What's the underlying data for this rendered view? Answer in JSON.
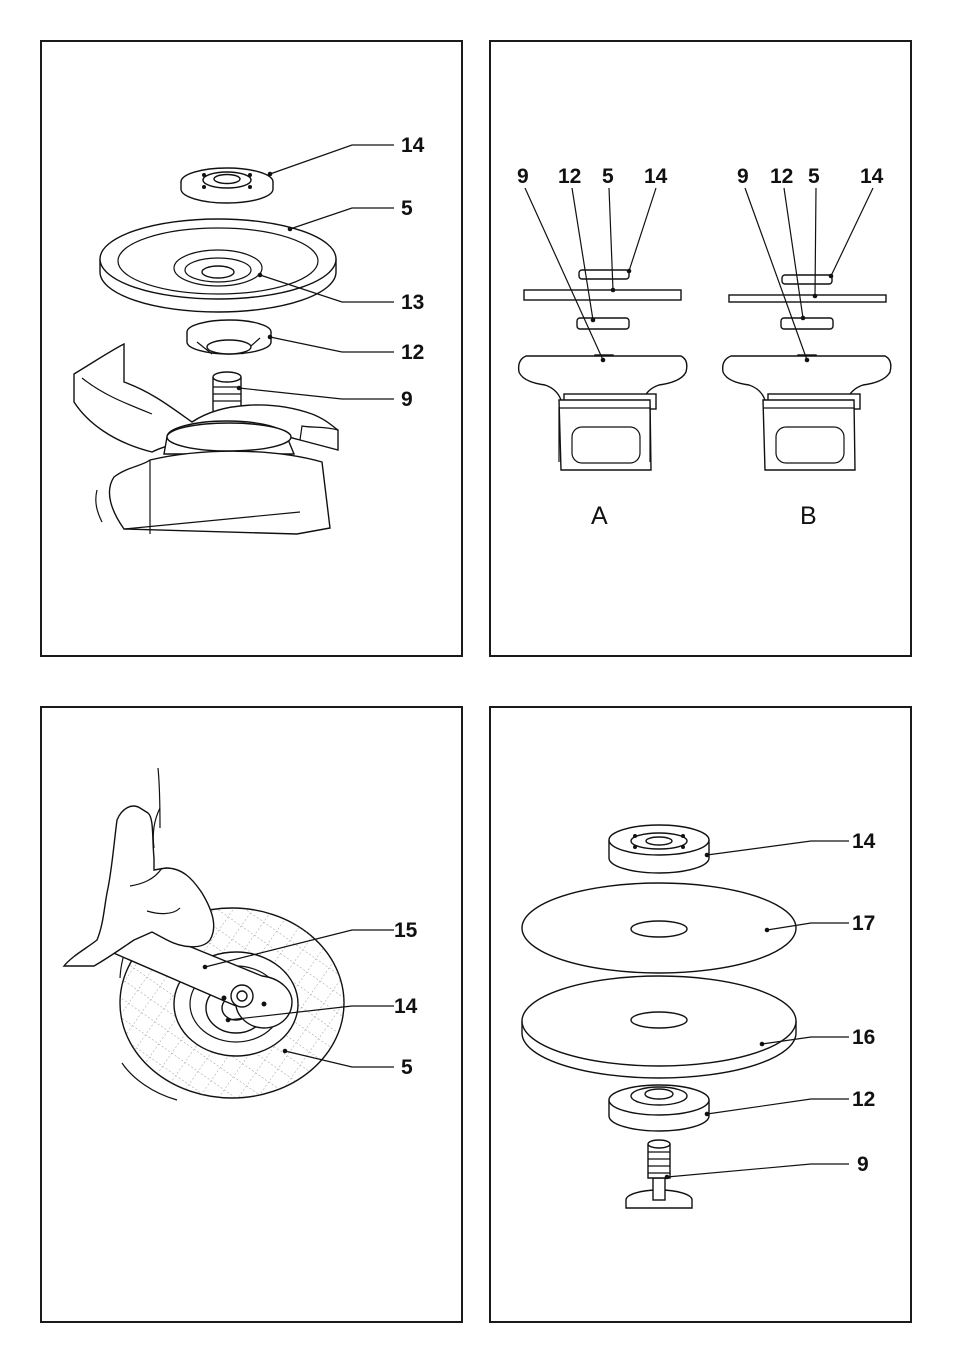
{
  "panels": {
    "p1": {
      "labels": [
        "14",
        "5",
        "13",
        "12",
        "9"
      ]
    },
    "p2": {
      "a_labels": [
        "9",
        "12",
        "5",
        "14"
      ],
      "b_labels": [
        "9",
        "12",
        "5",
        "14"
      ],
      "caption_a": "A",
      "caption_b": "B"
    },
    "p3": {
      "labels": [
        "15",
        "14",
        "5"
      ]
    },
    "p4": {
      "labels": [
        "14",
        "17",
        "16",
        "12",
        "9"
      ]
    }
  }
}
